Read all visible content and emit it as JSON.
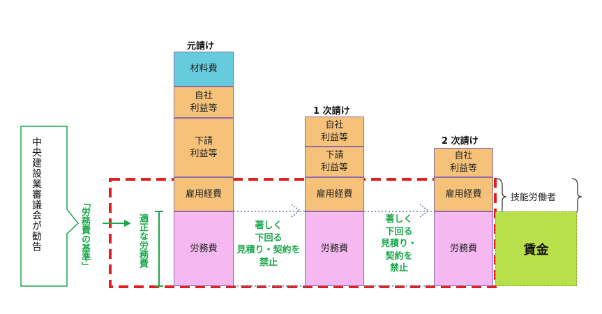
{
  "gensouke": {
    "header": "元請け",
    "material": "材料費",
    "own_profit": "自社\n利益等",
    "sub_profit": "下請\n利益等",
    "employment": "雇用経費",
    "labor": "労務費"
  },
  "ichiji": {
    "header": "1 次請け",
    "own_profit": "自社\n利益等",
    "sub_profit": "下請\n利益等",
    "employment": "雇用経費",
    "labor": "労務費"
  },
  "niji": {
    "header": "2 次請け",
    "own_profit": "自社\n利益等",
    "employment": "雇用経費",
    "labor": "労務費"
  },
  "worker": {
    "label": "技能労働者",
    "wage": "賃金"
  },
  "council": {
    "label": "中央建設業審議会が勧告",
    "standard": "「労務費の基準」",
    "proper_labor": "適正な労務費"
  },
  "prohibition": {
    "first": "著しく\n下回る\n見積り・契約を\n禁止",
    "second": "著しく\n下回る\n見積り・\n契約を\n禁止"
  },
  "colors": {
    "orange": "#f6c27a",
    "cyan": "#66ccdd",
    "pink": "#f5b8f0",
    "wage_green": "#b8e04a",
    "green_text": "#1aa64a",
    "red_dash": "#e02020"
  }
}
